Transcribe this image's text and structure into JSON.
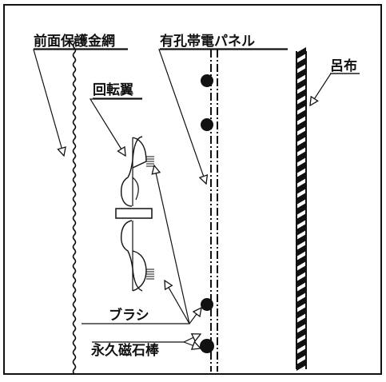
{
  "labels": {
    "front_mesh": "前面保護金網",
    "perforated_panel": "有孔帯電パネル",
    "rotating_blade": "回転翼",
    "cloth": "呂布",
    "brush": "ブラシ",
    "magnet_rod": "永久磁石棒"
  },
  "colors": {
    "ink": "#111111",
    "background": "#ffffff"
  }
}
